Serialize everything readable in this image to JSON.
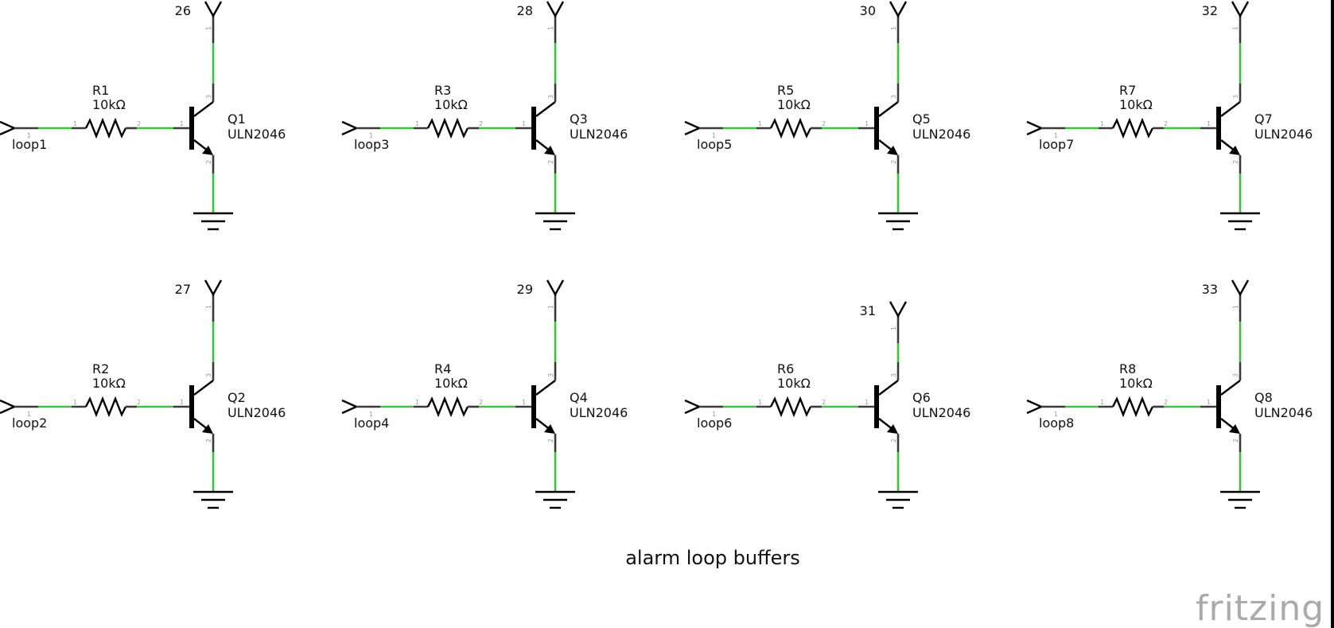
{
  "diagram": {
    "title": "alarm loop buffers",
    "logo": "fritzing",
    "colors": {
      "wire_dark": "#3a3a3a",
      "wire_green": "#40c040",
      "symbol": "#000000",
      "pin_text": "#9a9a9a"
    },
    "stages": [
      {
        "net": "loop1",
        "resistor": "R1",
        "resistor_value": "10kΩ",
        "transistor": "Q1",
        "transistor_part": "ULN2046",
        "rail": "26"
      },
      {
        "net": "loop2",
        "resistor": "R2",
        "resistor_value": "10kΩ",
        "transistor": "Q2",
        "transistor_part": "ULN2046",
        "rail": "27"
      },
      {
        "net": "loop3",
        "resistor": "R3",
        "resistor_value": "10kΩ",
        "transistor": "Q3",
        "transistor_part": "ULN2046",
        "rail": "28"
      },
      {
        "net": "loop4",
        "resistor": "R4",
        "resistor_value": "10kΩ",
        "transistor": "Q4",
        "transistor_part": "ULN2046",
        "rail": "29"
      },
      {
        "net": "loop5",
        "resistor": "R5",
        "resistor_value": "10kΩ",
        "transistor": "Q5",
        "transistor_part": "ULN2046",
        "rail": "30"
      },
      {
        "net": "loop6",
        "resistor": "R6",
        "resistor_value": "10kΩ",
        "transistor": "Q6",
        "transistor_part": "ULN2046",
        "rail": "31"
      },
      {
        "net": "loop7",
        "resistor": "R7",
        "resistor_value": "10kΩ",
        "transistor": "Q7",
        "transistor_part": "ULN2046",
        "rail": "32"
      },
      {
        "net": "loop8",
        "resistor": "R8",
        "resistor_value": "10kΩ",
        "transistor": "Q8",
        "transistor_part": "ULN2046",
        "rail": "33"
      }
    ]
  }
}
